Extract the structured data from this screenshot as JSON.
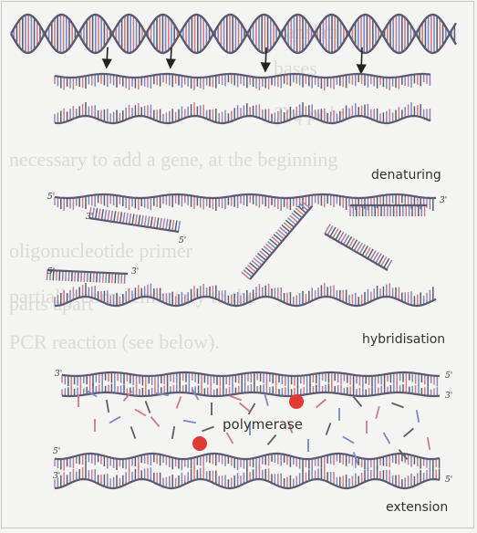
{
  "background_text": [
    "translati",
    "bases",
    "Taq poly",
    "necessary to add a gene, at the beginning",
    "oligonucleotide primer",
    "partially complementary to the",
    "parts apart",
    "PCR reaction (see below)."
  ],
  "stages": [
    {
      "label": "denaturing"
    },
    {
      "label": "hybridisation"
    },
    {
      "label": "extension"
    }
  ],
  "enzyme_label": "polymerase",
  "strand_end_labels": [
    "5'",
    "3'"
  ],
  "colors": {
    "backbone": "#5a5a72",
    "base_red": "#d07a86",
    "base_blue": "#7a88c6",
    "base_dark": "#5d5d6e",
    "polymerase_dot": "#e23a32"
  }
}
